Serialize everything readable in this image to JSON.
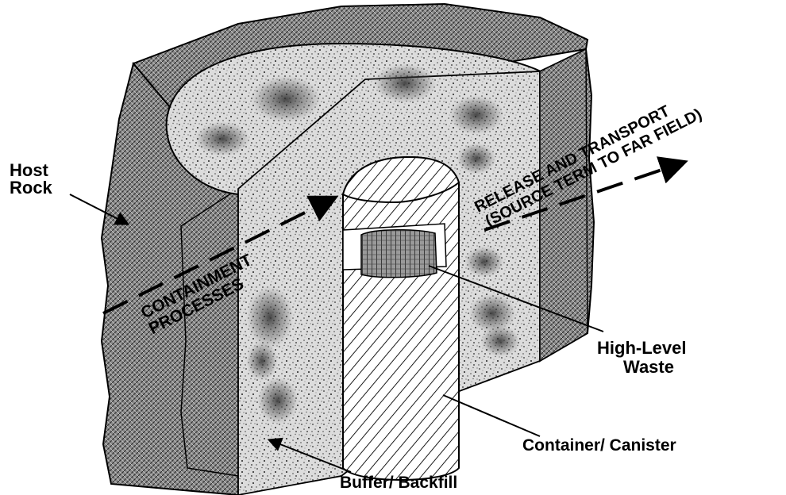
{
  "labels": {
    "host_rock_line1": "Host",
    "host_rock_line2": "Rock",
    "high_level_waste_line1": "High-Level",
    "high_level_waste_line2": "Waste",
    "container_canister": "Container/ Canister",
    "buffer_backfill": "Buffer/ Backfill",
    "containment_line1": "CONTAINMENT",
    "containment_line2": "PROCESSES",
    "release_line1": "RELEASE AND TRANSPORT",
    "release_line2": "(SOURCE TERM TO FAR FIELD)"
  },
  "colors": {
    "ink": "#000000",
    "paper": "#ffffff",
    "rock_fill": "#8c8c8c",
    "buffer_fill": "#d9d9d9"
  }
}
